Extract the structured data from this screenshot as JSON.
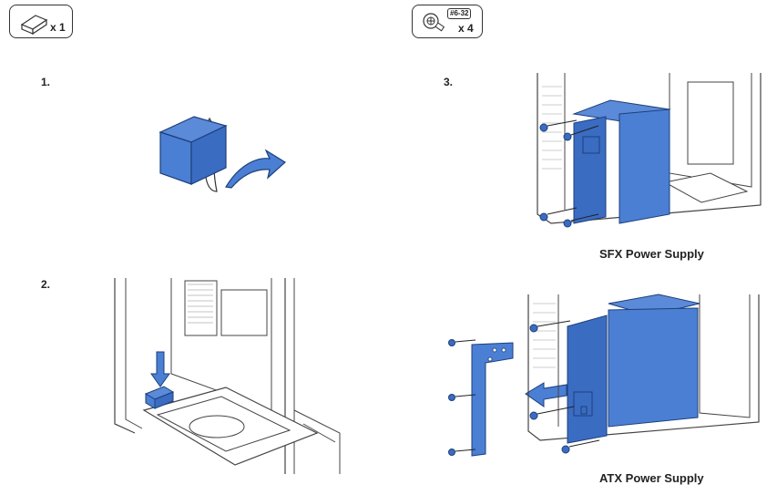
{
  "parts": [
    {
      "icon": "foam-block-icon",
      "quantity": "x 1"
    },
    {
      "icon": "screw-icon",
      "tag": "#6-32",
      "quantity": "x 4"
    }
  ],
  "steps": [
    {
      "number": "1."
    },
    {
      "number": "2."
    },
    {
      "number": "3."
    }
  ],
  "captions": {
    "sfx": "SFX Power Supply",
    "atx": "ATX Power Supply"
  },
  "colors": {
    "accent_blue": "#4a7fd4",
    "line": "#444444"
  }
}
